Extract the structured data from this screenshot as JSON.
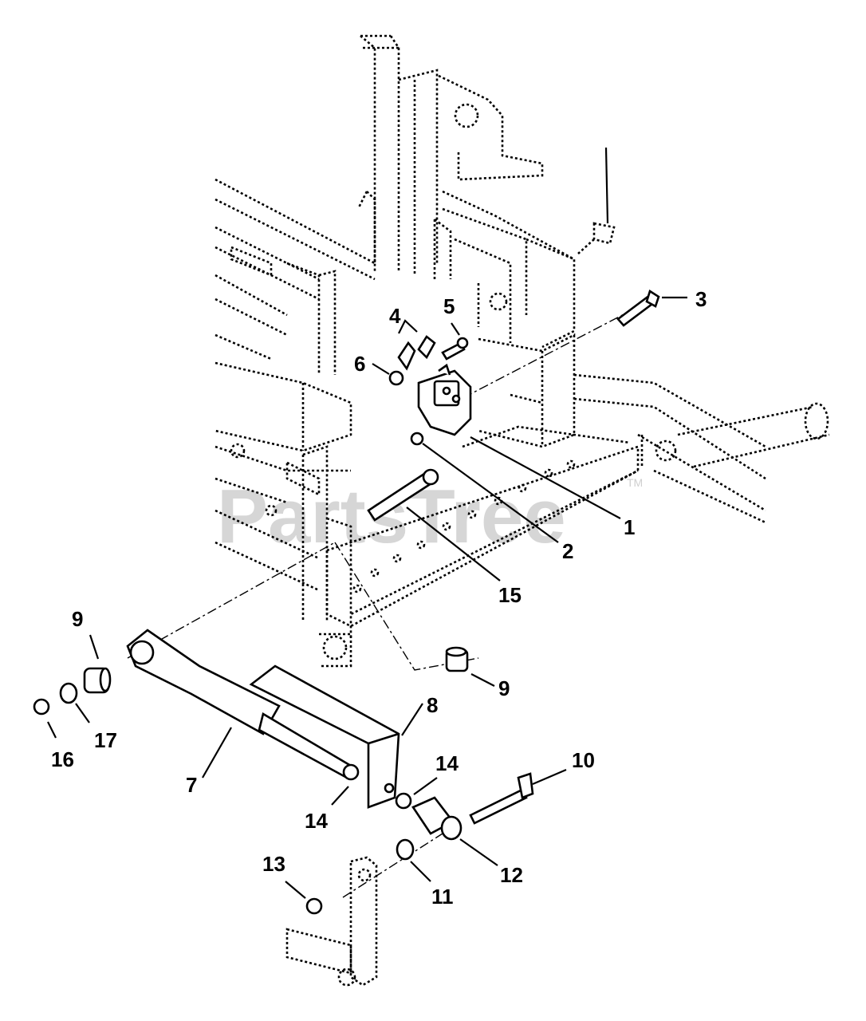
{
  "watermark": {
    "text": "PartsTree",
    "trademark": "TM"
  },
  "callouts": [
    {
      "id": "c1",
      "label": "1"
    },
    {
      "id": "c2",
      "label": "2"
    },
    {
      "id": "c3",
      "label": "3"
    },
    {
      "id": "c4",
      "label": "4"
    },
    {
      "id": "c5",
      "label": "5"
    },
    {
      "id": "c6",
      "label": "6"
    },
    {
      "id": "c7",
      "label": "7"
    },
    {
      "id": "c8",
      "label": "8"
    },
    {
      "id": "c9a",
      "label": "9"
    },
    {
      "id": "c9b",
      "label": "9"
    },
    {
      "id": "c10",
      "label": "10"
    },
    {
      "id": "c11",
      "label": "11"
    },
    {
      "id": "c12",
      "label": "12"
    },
    {
      "id": "c13",
      "label": "13"
    },
    {
      "id": "c14a",
      "label": "14"
    },
    {
      "id": "c14b",
      "label": "14"
    },
    {
      "id": "c15",
      "label": "15"
    },
    {
      "id": "c16",
      "label": "16"
    },
    {
      "id": "c17",
      "label": "17"
    }
  ]
}
